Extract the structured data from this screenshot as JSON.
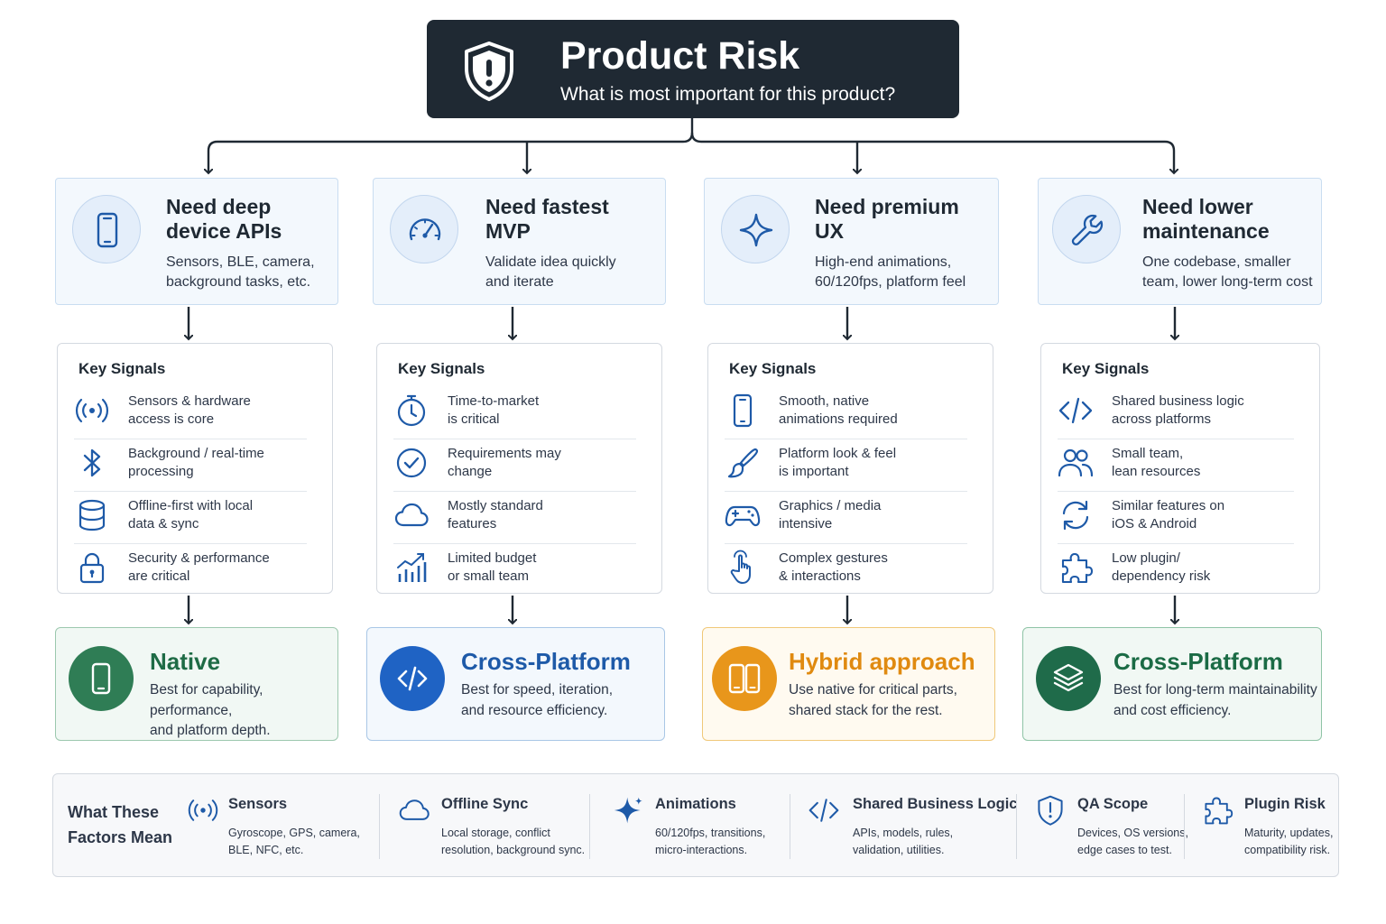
{
  "header": {
    "title": "Product Risk",
    "subtitle": "What is most important for this product?",
    "icon": "shield-alert-icon"
  },
  "needs": [
    {
      "title_line1": "Need deep",
      "title_line2": "device APIs",
      "desc_line1": "Sensors, BLE, camera,",
      "desc_line2": "background tasks, etc.",
      "icon": "smartphone-icon"
    },
    {
      "title_line1": "Need fastest",
      "title_line2": "MVP",
      "desc_line1": "Validate idea quickly",
      "desc_line2": "and iterate",
      "icon": "speedometer-icon"
    },
    {
      "title_line1": "Need premium",
      "title_line2": "UX",
      "desc_line1": "High-end animations,",
      "desc_line2": "60/120fps, platform feel",
      "icon": "sparkle-icon"
    },
    {
      "title_line1": "Need lower",
      "title_line2": "maintenance",
      "desc_line1": "One codebase, smaller",
      "desc_line2": "team, lower long-term cost",
      "icon": "wrench-icon"
    }
  ],
  "signals_title": "Key Signals",
  "signals": [
    [
      {
        "line1": "Sensors & hardware",
        "line2": "access is core",
        "icon": "signal-icon"
      },
      {
        "line1": "Background / real-time",
        "line2": "processing",
        "icon": "bluetooth-icon"
      },
      {
        "line1": "Offline-first with local",
        "line2": "data & sync",
        "icon": "database-icon"
      },
      {
        "line1": "Security & performance",
        "line2": "are critical",
        "icon": "lock-icon"
      }
    ],
    [
      {
        "line1": "Time-to-market",
        "line2": "is critical",
        "icon": "stopwatch-icon"
      },
      {
        "line1": "Requirements may",
        "line2": "change",
        "icon": "check-circle-icon"
      },
      {
        "line1": "Mostly standard",
        "line2": "features",
        "icon": "cloud-icon"
      },
      {
        "line1": "Limited budget",
        "line2": "or small team",
        "icon": "bar-chart-icon"
      }
    ],
    [
      {
        "line1": "Smooth, native",
        "line2": "animations required",
        "icon": "smartphone-icon"
      },
      {
        "line1": "Platform look & feel",
        "line2": "is important",
        "icon": "brush-icon"
      },
      {
        "line1": "Graphics / media",
        "line2": "intensive",
        "icon": "gamepad-icon"
      },
      {
        "line1": "Complex gestures",
        "line2": "& interactions",
        "icon": "hand-pointer-icon"
      }
    ],
    [
      {
        "line1": "Shared business logic",
        "line2": "across platforms",
        "icon": "code-icon"
      },
      {
        "line1": "Small team,",
        "line2": "lean resources",
        "icon": "users-icon"
      },
      {
        "line1": "Similar features on",
        "line2": "iOS & Android",
        "icon": "refresh-icon"
      },
      {
        "line1": "Low plugin/",
        "line2": "dependency risk",
        "icon": "puzzle-icon"
      }
    ]
  ],
  "results": [
    {
      "title": "Native",
      "desc_line1": "Best for capability, performance,",
      "desc_line2": "and platform depth.",
      "icon": "smartphone-icon"
    },
    {
      "title": "Cross-Platform",
      "desc_line1": "Best for speed, iteration,",
      "desc_line2": "and resource efficiency.",
      "icon": "code-icon"
    },
    {
      "title": "Hybrid approach",
      "desc_line1": "Use native for critical parts,",
      "desc_line2": "shared stack for the rest.",
      "icon": "dual-device-icon"
    },
    {
      "title": "Cross-Platform",
      "desc_line1": "Best for long-term maintainability",
      "desc_line2": "and cost efficiency.",
      "icon": "layers-icon"
    }
  ],
  "legend": {
    "title_line1": "What These",
    "title_line2": "Factors Mean",
    "items": [
      {
        "name": "Sensors",
        "desc_line1": "Gyroscope, GPS, camera,",
        "desc_line2": "BLE, NFC, etc.",
        "icon": "signal-icon"
      },
      {
        "name": "Offline Sync",
        "desc_line1": "Local storage, conflict",
        "desc_line2": "resolution, background sync.",
        "icon": "cloud-icon"
      },
      {
        "name": "Animations",
        "desc_line1": "60/120fps, transitions,",
        "desc_line2": "micro-interactions.",
        "icon": "sparkle-icon"
      },
      {
        "name": "Shared Business Logic",
        "desc_line1": "APIs, models, rules,",
        "desc_line2": "validation, utilities.",
        "icon": "code-icon"
      },
      {
        "name": "QA Scope",
        "desc_line1": "Devices, OS versions,",
        "desc_line2": "edge cases to test.",
        "icon": "shield-alert-icon"
      },
      {
        "name": "Plugin Risk",
        "desc_line1": "Maturity, updates,",
        "desc_line2": "compatibility risk.",
        "icon": "puzzle-icon"
      }
    ]
  },
  "colors": {
    "header_bg": "#1f2933",
    "icon_blue": "#1e5aa8",
    "native_green": "#2f7d55",
    "cross_blue": "#1f63c4",
    "hybrid_orange": "#e8961b",
    "cross_teal": "#1f6b4a"
  }
}
